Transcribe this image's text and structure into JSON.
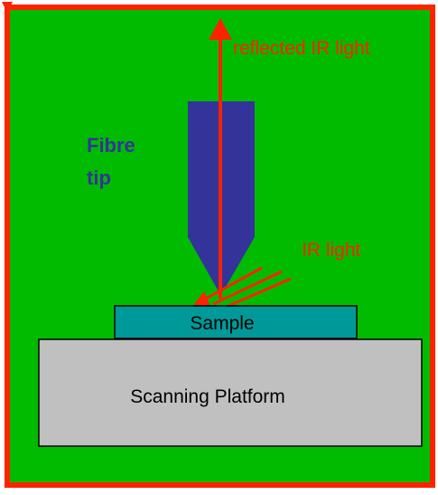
{
  "diagram": {
    "labels": {
      "reflected": "reflected IR light",
      "fibre_line1": "Fibre",
      "fibre_line2": "tip",
      "ir_light": "IR light",
      "sample": "Sample",
      "platform": "Scanning Platform"
    },
    "colors": {
      "background": "#00bb00",
      "frame": "#ff2200",
      "fibre": "#333399",
      "fibre_label": "#333399",
      "sample": "#009999",
      "platform": "#c0c0c0",
      "laser": "#ff2200",
      "outline": "#000000"
    }
  }
}
